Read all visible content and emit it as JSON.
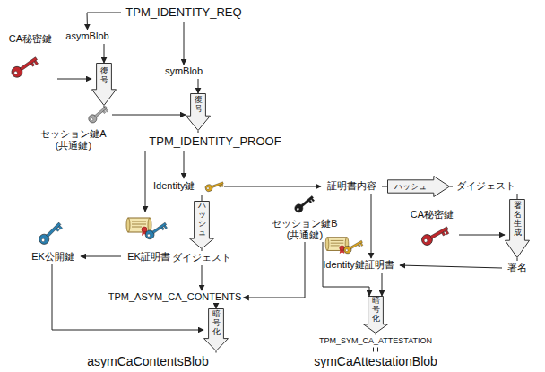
{
  "diagram": {
    "nodes": [
      {
        "text": [
          "TPM_IDENTITY_REQ"
        ]
      },
      {
        "text": [
          "asymBlob"
        ]
      },
      {
        "text": [
          "CA秘密鍵"
        ]
      },
      {
        "text": [
          "復号"
        ]
      },
      {
        "text": [
          "symBlob"
        ]
      },
      {
        "text": [
          "セッション鍵A (共通鍵)"
        ]
      },
      {
        "text": [
          "復号"
        ]
      },
      {
        "text": [
          "TPM_IDENTITY_PROOF"
        ]
      },
      {
        "text": [
          "Identity鍵"
        ]
      },
      {
        "text": [
          "証明書内容"
        ]
      },
      {
        "text": [
          "ハッシュ"
        ]
      },
      {
        "text": [
          "ダイジェスト"
        ]
      },
      {
        "text": [
          "ハッシュ"
        ]
      },
      {
        "text": [
          "セッション鍵B (共通鍵)"
        ]
      },
      {
        "text": [
          "CA秘密鍵"
        ]
      },
      {
        "text": [
          "署名生成"
        ]
      },
      {
        "text": [
          "EK証明書"
        ]
      },
      {
        "text": [
          "EK公開鍵"
        ]
      },
      {
        "text": [
          "ダイジェスト"
        ]
      },
      {
        "text": [
          "Identity鍵証明書"
        ]
      },
      {
        "text": [
          "署名"
        ]
      },
      {
        "text": [
          "TPM_ASYM_CA_CONTENTS"
        ]
      },
      {
        "text": [
          "暗号化"
        ]
      },
      {
        "text": [
          "暗号化"
        ]
      },
      {
        "text": [
          "TPM_SYM_CA_ATTESTATION"
        ]
      },
      {
        "text": [
          "asymCaContentsBlob"
        ]
      },
      {
        "text": [
          "symCaAttestationBlob"
        ]
      }
    ],
    "edges": [
      {
        "from": 0,
        "to": 1,
        "arrow": "to"
      },
      {
        "from": 0,
        "to": 4,
        "arrow": "to"
      },
      {
        "from": 1,
        "to": 3,
        "arrow": "to"
      },
      {
        "from": 2,
        "to": 3,
        "arrow": "to"
      },
      {
        "from": 3,
        "to": 5,
        "arrow": "none"
      },
      {
        "from": 5,
        "to": 6,
        "arrow": "to"
      },
      {
        "from": 4,
        "to": 6,
        "arrow": "to"
      },
      {
        "from": 6,
        "to": 7,
        "arrow": "none"
      },
      {
        "from": 7,
        "to": 8,
        "arrow": "to"
      },
      {
        "from": 7,
        "to": 16,
        "arrow": "to"
      },
      {
        "from": 16,
        "to": 17,
        "arrow": "to"
      },
      {
        "from": 8,
        "to": 9,
        "arrow": "to"
      },
      {
        "from": 8,
        "to": 12,
        "arrow": "none"
      },
      {
        "from": 12,
        "to": 18,
        "arrow": "none"
      },
      {
        "from": 9,
        "to": 10,
        "arrow": "none"
      },
      {
        "from": 10,
        "to": 11,
        "arrow": "none"
      },
      {
        "from": 11,
        "to": 15,
        "arrow": "none"
      },
      {
        "from": 14,
        "to": 15,
        "arrow": "to"
      },
      {
        "from": 15,
        "to": 20,
        "arrow": "none"
      },
      {
        "from": 20,
        "to": 19,
        "arrow": "to"
      },
      {
        "from": 9,
        "to": 19,
        "arrow": "to"
      },
      {
        "from": 18,
        "to": 21,
        "arrow": "to"
      },
      {
        "from": 13,
        "to": 21,
        "arrow": "to"
      },
      {
        "from": 13,
        "to": 23,
        "arrow": "to"
      },
      {
        "from": 19,
        "to": 23,
        "arrow": "to"
      },
      {
        "from": 23,
        "to": 24,
        "arrow": "none"
      },
      {
        "from": 17,
        "to": 22,
        "arrow": "to"
      },
      {
        "from": 21,
        "to": 22,
        "arrow": "to"
      },
      {
        "from": 22,
        "to": 25,
        "arrow": "none"
      },
      {
        "from": 24,
        "to": 26,
        "arrow": "none"
      }
    ]
  }
}
